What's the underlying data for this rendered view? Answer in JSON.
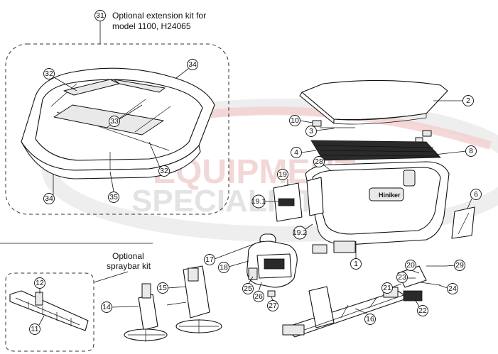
{
  "extension_note": [
    "Optional extension kit for",
    "model 1100, H24065"
  ],
  "spraybar_note": [
    "Optional",
    "spraybar kit"
  ],
  "watermark": {
    "line1": "EQUIPMENT",
    "line2": "SPECIALISTS"
  },
  "callouts": {
    "c31": "31",
    "c32a": "32",
    "c32b": "32",
    "c33": "33",
    "c34a": "34",
    "c34b": "34",
    "c35": "35",
    "c2": "2",
    "c3": "3",
    "c4": "4",
    "c6": "6",
    "c8": "8",
    "c10": "10",
    "c19": "19",
    "c191": "19.1",
    "c192": "19.2",
    "c28": "28",
    "c1": "1",
    "c17": "17",
    "c18": "18",
    "c25": "25",
    "c26": "26",
    "c27": "27",
    "c11": "11",
    "c12": "12",
    "c14": "14",
    "c15": "15",
    "c16": "16",
    "c20": "20",
    "c21": "21",
    "c22": "22",
    "c23": "23",
    "c24": "24",
    "c29": "29"
  }
}
